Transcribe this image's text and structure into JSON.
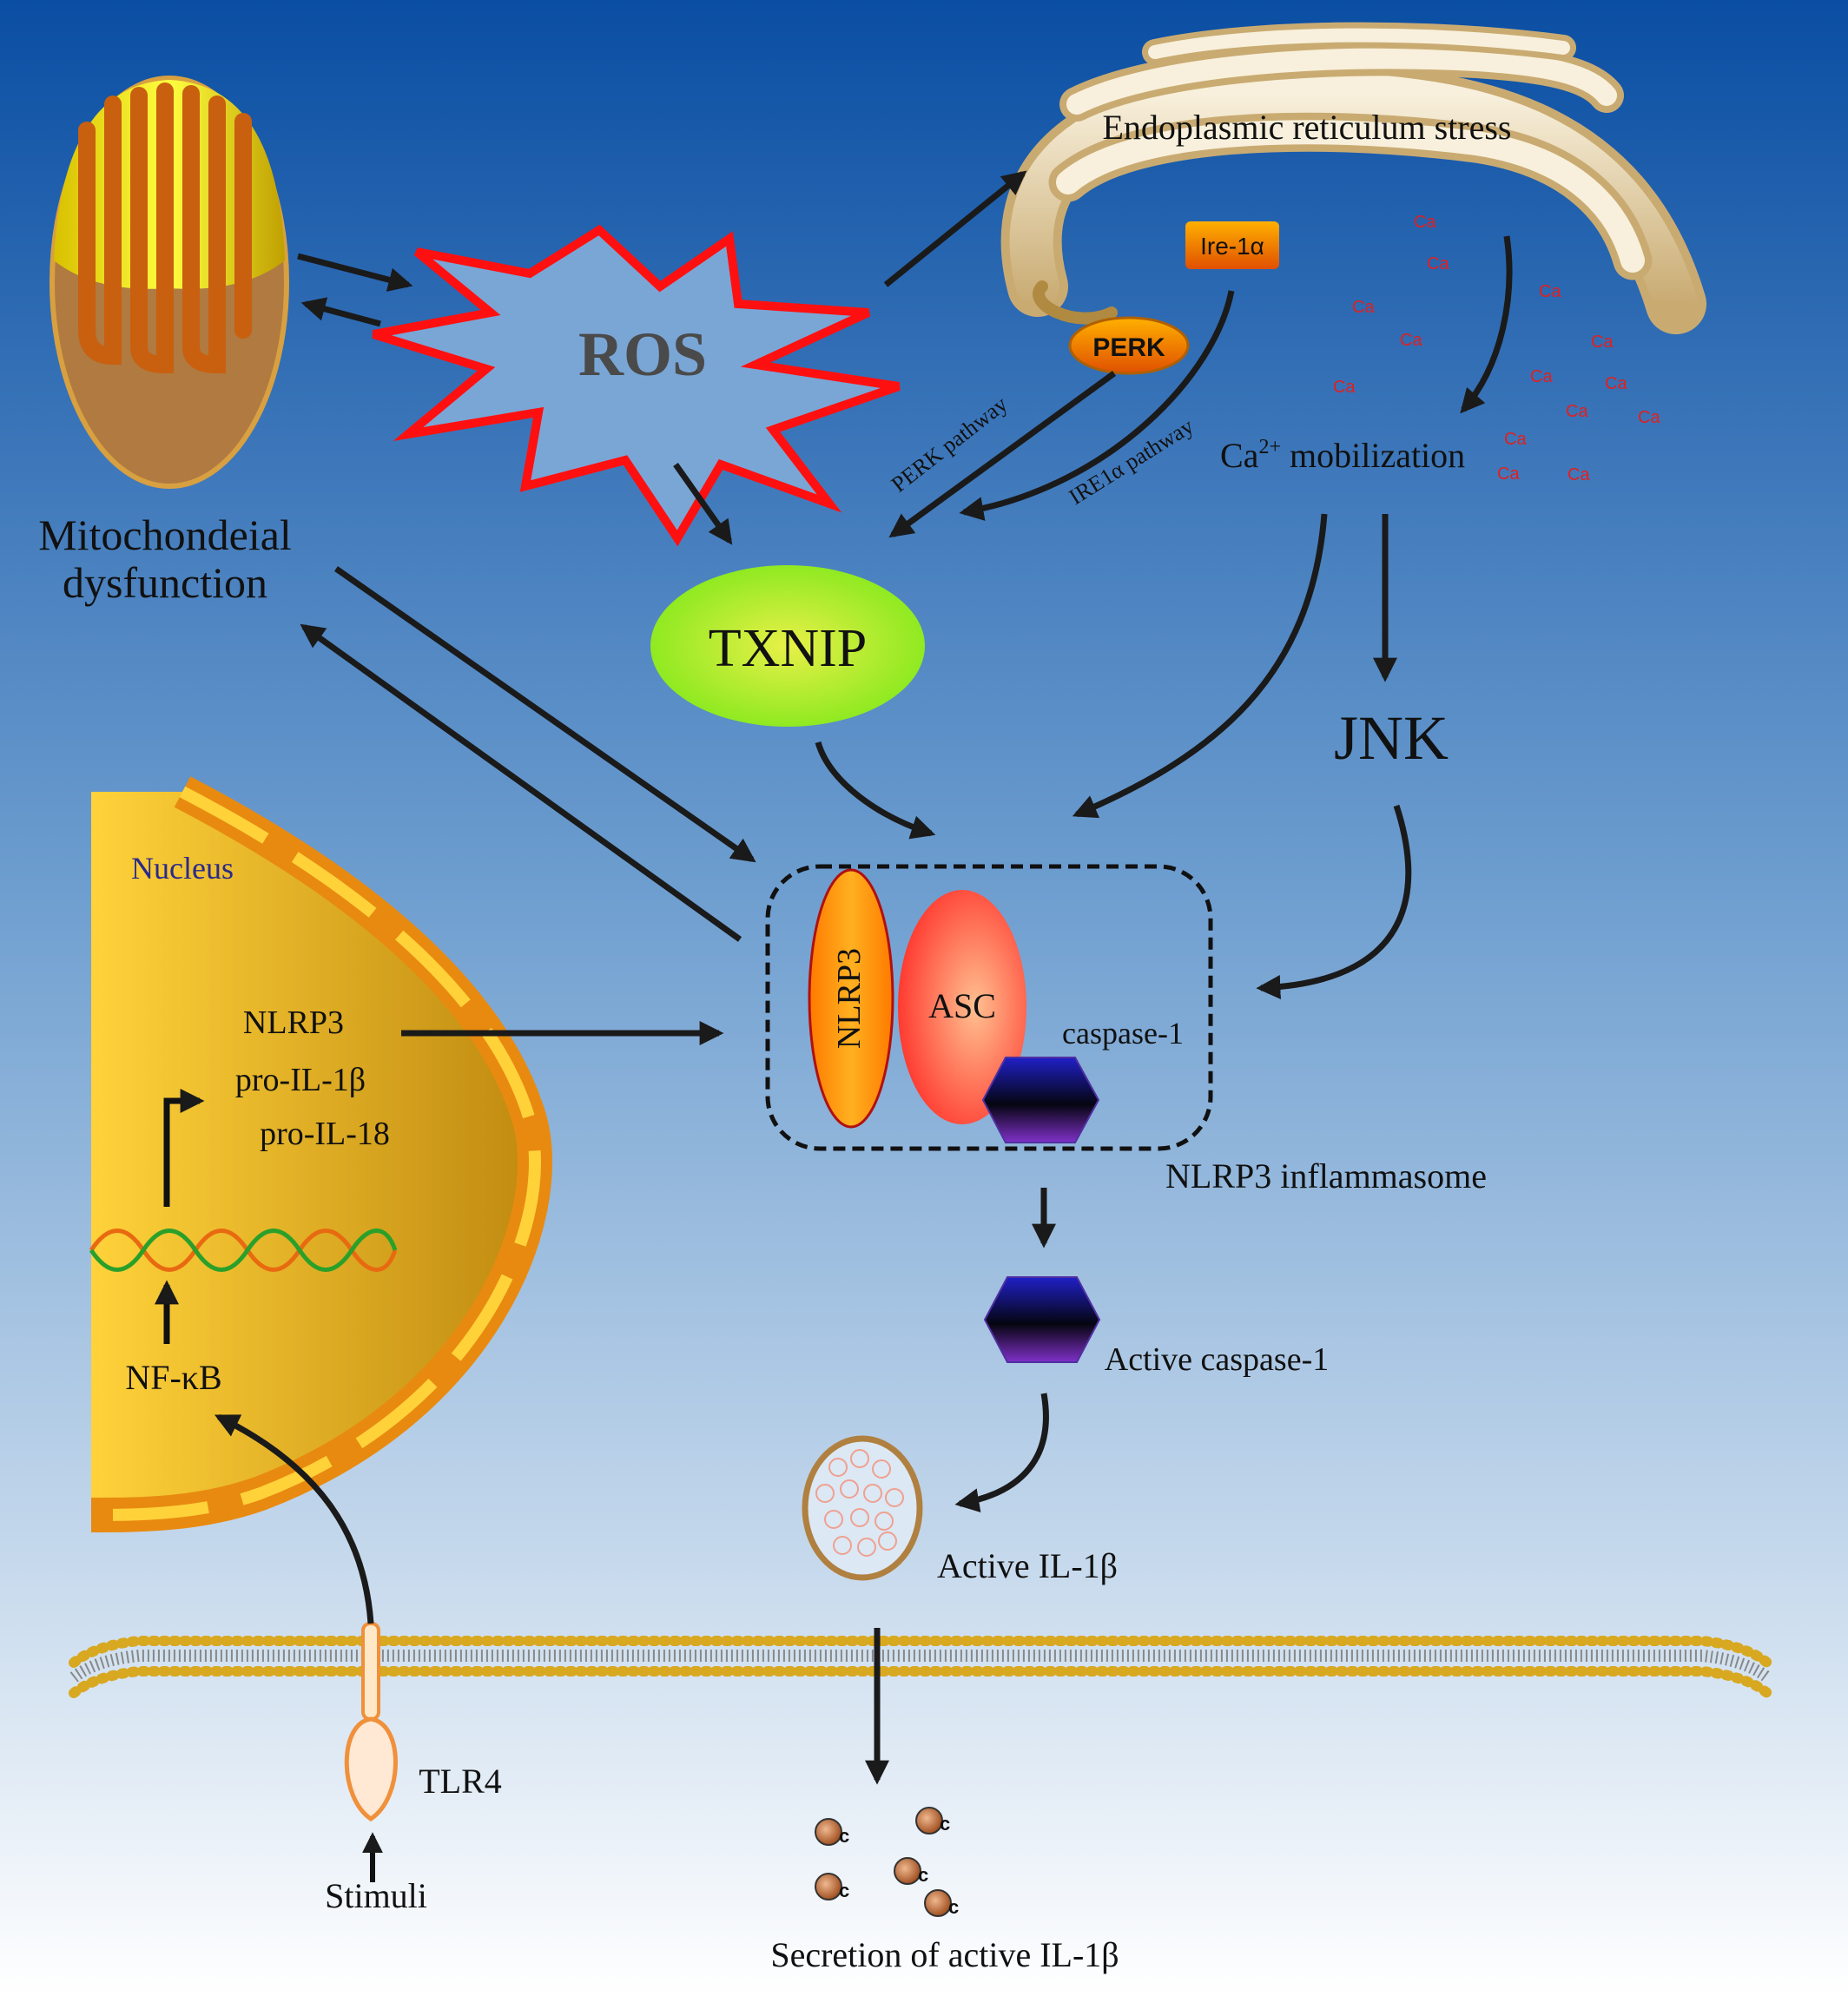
{
  "labels": {
    "ros": "ROS",
    "txnip": "TXNIP",
    "mito": [
      "Mitochondeial",
      "dysfunction"
    ],
    "er_stress": "Endoplasmic reticulum stress",
    "ire1a_box": "Ire-1α",
    "perk_box": "PERK",
    "perk_pathway": "PERK pathway",
    "ire1a_pathway": "IRE1α pathway",
    "ca_mobilization_base": "Ca",
    "ca_mobilization_sup": "2+",
    "ca_mobilization_rest": " mobilization",
    "ca_ion": "Ca",
    "jnk": "JNK",
    "nucleus": "Nucleus",
    "gene_products": [
      "NLRP3",
      "pro-IL-1β",
      "pro-IL-18"
    ],
    "nfkb": "NF-κB",
    "nlrp3": "NLRP3",
    "asc": "ASC",
    "caspase1": "caspase-1",
    "inflammasome": "NLRP3 inflammasome",
    "active_caspase1": "Active caspase-1",
    "active_il1b": "Active IL-1β",
    "tlr4": "TLR4",
    "stimuli": "Stimuli",
    "secretion": "Secretion of active IL-1β",
    "particle_letter": "c"
  },
  "colors": {
    "background_top": "#0a4ea3",
    "background_bottom": "#ffffff",
    "ros_fill": "#7aa6d6",
    "ros_stroke": "#ff1010",
    "ros_text": "#4a4a4a",
    "txnip_fill": "#b8f02a",
    "nlrp3_fill": "#ff8800",
    "asc_fill": "#ff5a40",
    "caspase_fill": "#1a1a9c",
    "ca_text": "#e02020",
    "nucleus_label": "#2a2a8a",
    "arrow": "#1a1a1a"
  },
  "icons": [
    "mitochondrion-icon",
    "endoplasmic-reticulum-icon",
    "dna-icon",
    "cell-membrane-icon",
    "tlr4-receptor-icon",
    "vesicle-icon",
    "il1b-particle-icon"
  ]
}
